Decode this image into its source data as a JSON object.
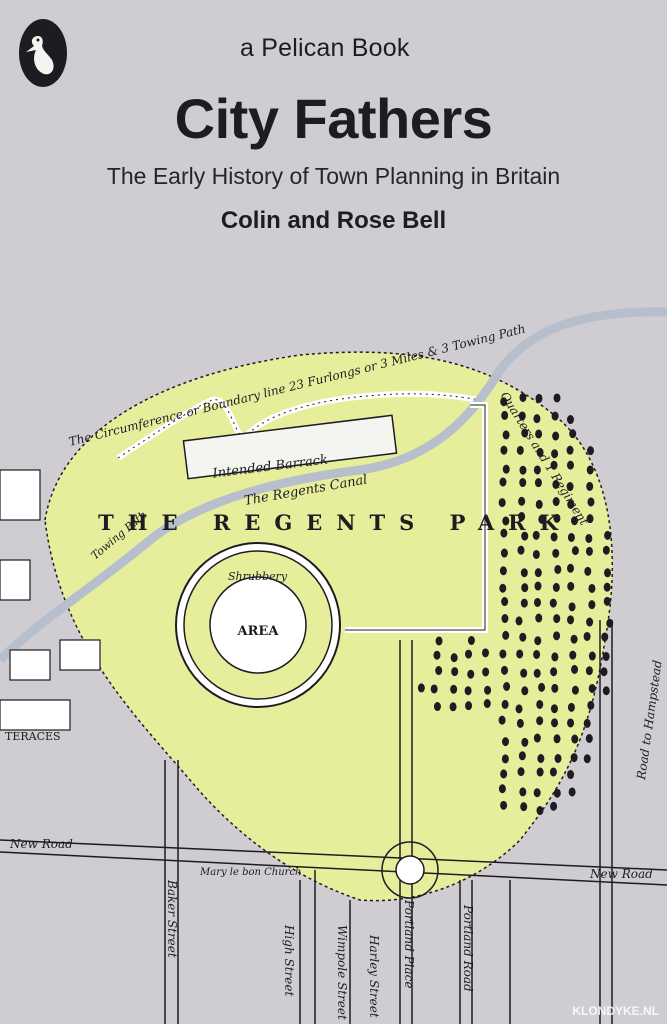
{
  "cover": {
    "publisher_line": "a Pelican Book",
    "title": "City Fathers",
    "subtitle": "The Early History of Town Planning in Britain",
    "authors": "Colin and Rose Bell"
  },
  "map_labels": {
    "boundary_text": "The Circumference or Boundary line 23 Furlongs or 3 Miles & 3 Towing Path",
    "barrack": "Intended Barrack",
    "canal": "The Regents Canal",
    "park_name": "THE REGENTS PARK",
    "area": "AREA",
    "shrubbery": "Shrubbery",
    "quarters": "Quarters and 1 Regiment",
    "towing_path": "Towing Path",
    "terraces": "TERACES",
    "new_road": "New Road",
    "baker_street": "Baker Street",
    "church": "Mary le bon Church",
    "portland_place": "Portland Place",
    "portland_road": "Portland Road",
    "harley_street": "Harley Street",
    "wimpole_street": "Wimpole Street",
    "high_street": "High Street",
    "hampstead_road": "Road to Hampstead",
    "new_road_right": "New Road"
  },
  "colors": {
    "background": "#cfcdd1",
    "park": "#e6ee9c",
    "ink": "#1d1c22",
    "canal": "#b8bfcc"
  },
  "watermark": "KLONDYKE.NL"
}
